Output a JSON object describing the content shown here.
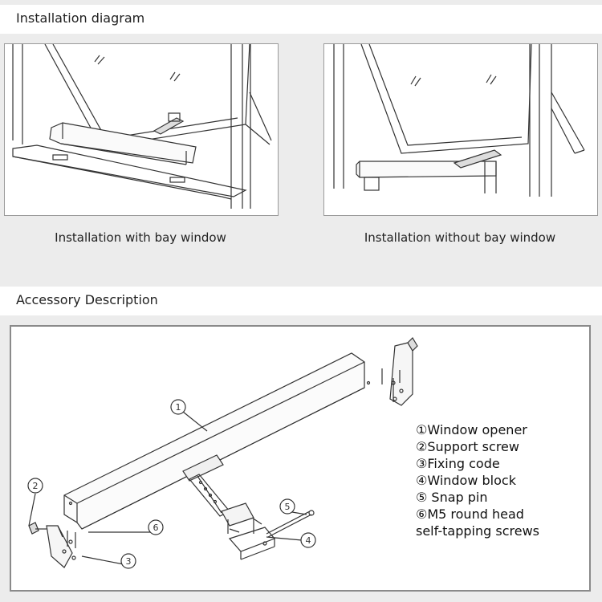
{
  "sections": {
    "installation_title": "Installation diagram",
    "accessory_title": "Accessory Description"
  },
  "installation": {
    "bay_caption": "Installation with bay window",
    "nobay_caption": "Installation without bay window"
  },
  "callouts": [
    "1",
    "2",
    "6",
    "3",
    "5",
    "4"
  ],
  "legend": [
    "①Window opener",
    "②Support screw",
    "③Fixing code",
    "④Window block",
    "⑤ Snap pin",
    "⑥M5 round head",
    "self-tapping screws"
  ]
}
